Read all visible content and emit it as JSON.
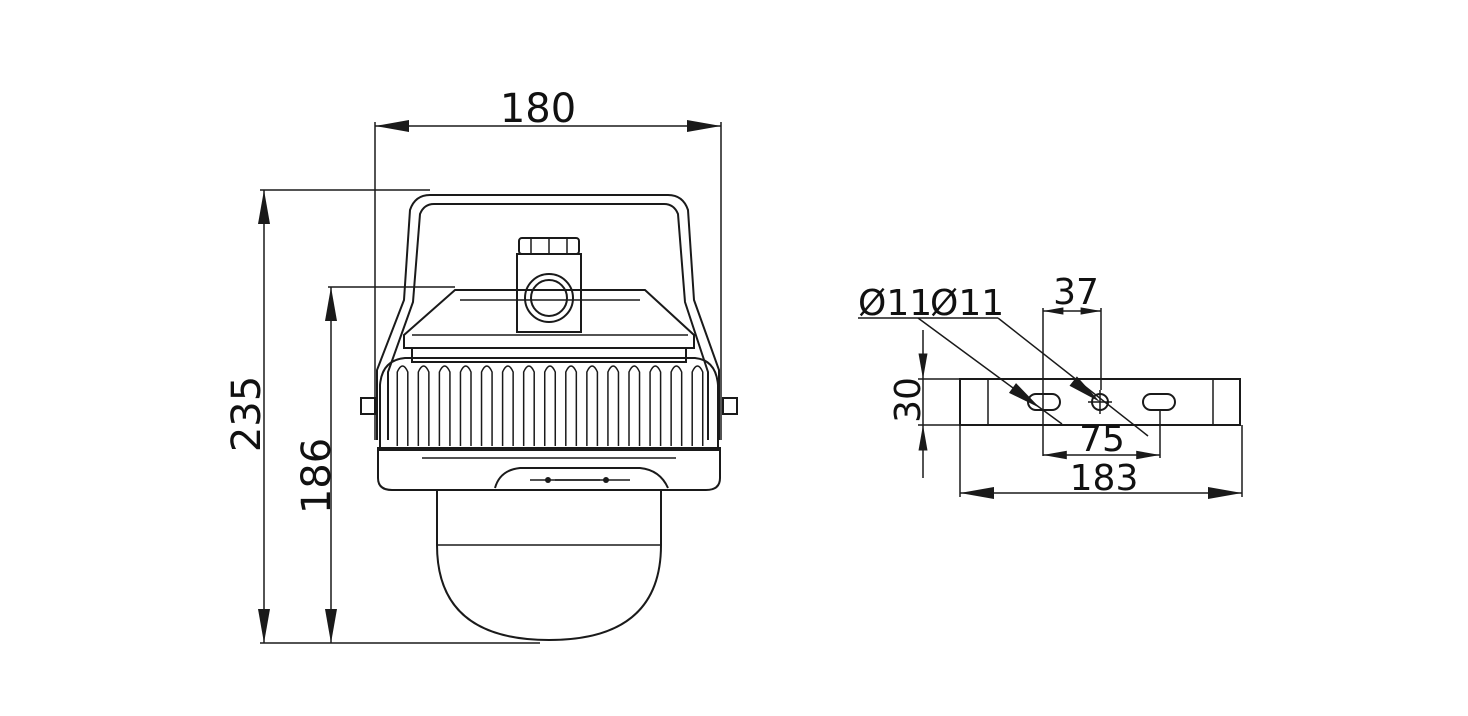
{
  "front_view": {
    "width_label": "180",
    "total_height_label": "235",
    "body_height_label": "186"
  },
  "bracket_view": {
    "hole_label_1": "Ø11",
    "hole_label_2": "Ø11",
    "center_width_label": "37",
    "height_label": "30",
    "hole_spacing_label": "75",
    "total_length_label": "183"
  }
}
